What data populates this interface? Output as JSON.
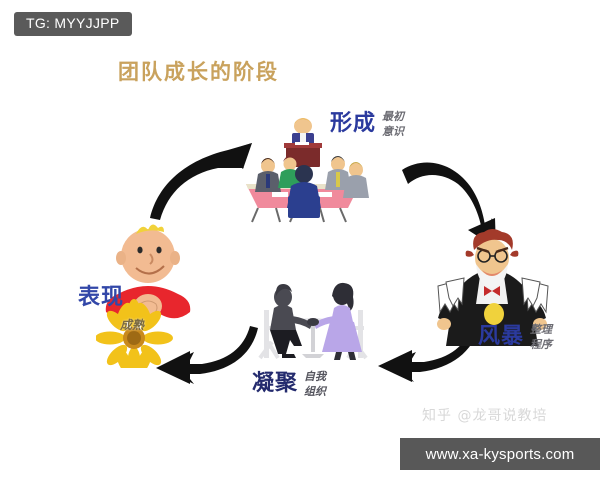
{
  "badge": {
    "label": "TG: MYYJJPP"
  },
  "title": "团队成长的阶段",
  "title_color": "#c9a25d",
  "stages": [
    {
      "id": "forming",
      "name": "形成",
      "sub_line1": "最初",
      "sub_line2": "意识",
      "color": "#2b3a9e",
      "artwork": "meeting-table-illustration"
    },
    {
      "id": "storming",
      "name": "风暴",
      "sub_line1": "整理",
      "sub_line2": "程序",
      "color": "#2b3a9e",
      "artwork": "angry-man-tearing-papers-illustration"
    },
    {
      "id": "norming",
      "name": "凝聚",
      "sub_line1": "自我",
      "sub_line2": "组织",
      "color": "#242b6e",
      "artwork": "couple-at-table-silhouette-illustration"
    },
    {
      "id": "performing",
      "name": "表现",
      "sub_line1": "成熟",
      "sub_line2": "",
      "color": "#3247a8",
      "artwork": "baby-and-sunflower-illustration"
    }
  ],
  "watermarks": {
    "zhihu": "知乎 @龙哥说教培",
    "site": "www.xa-kysports.com"
  }
}
